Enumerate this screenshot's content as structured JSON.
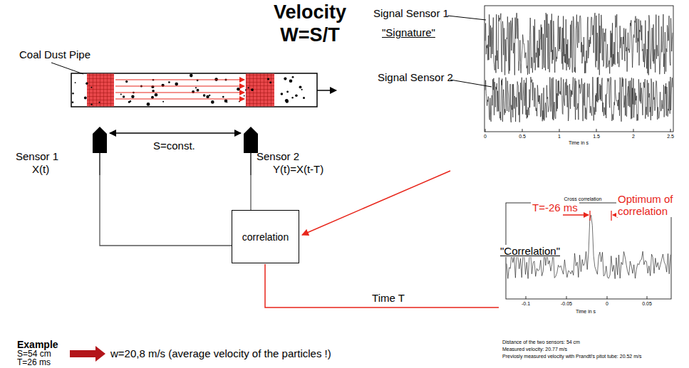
{
  "diagram": {
    "title": "Velocity",
    "nodes": [
      {
        "text": [
          "Sensor 1",
          "X(t)"
        ]
      },
      {
        "text": [
          "Sensor 2",
          "Y(t)=X(t-T)"
        ]
      },
      {
        "text": [
          "correlation"
        ]
      }
    ],
    "edges": [
      {
        "from": 0,
        "to": 2,
        "arrow": "none"
      },
      {
        "from": 1,
        "to": 2,
        "arrow": "none"
      }
    ],
    "labels": [
      "W=S/T",
      "Coal Dust Pipe",
      "S=const.",
      "Time T",
      "Example",
      "S=54 cm",
      "T=26 ms",
      "w=20,8 m/s (average velocity of the particles !)",
      "Signal Sensor 1",
      "\"Signature\"",
      "Signal Sensor 2",
      "0",
      "0.5",
      "1",
      "1.5",
      "2",
      "2.5",
      "Time in s",
      "Cross correlation",
      "T=-26 ms",
      "Optimum of correlation",
      "\"Correlation\"",
      "-0.1",
      "-0.05",
      "0",
      "0.05",
      "Time in s",
      "Distance of the two sensors: 54 cm",
      "Measured velocity: 20.77 m/s",
      "Previosly measured velocity with Prandtl's pitot tube: 20.52 m/s"
    ]
  }
}
